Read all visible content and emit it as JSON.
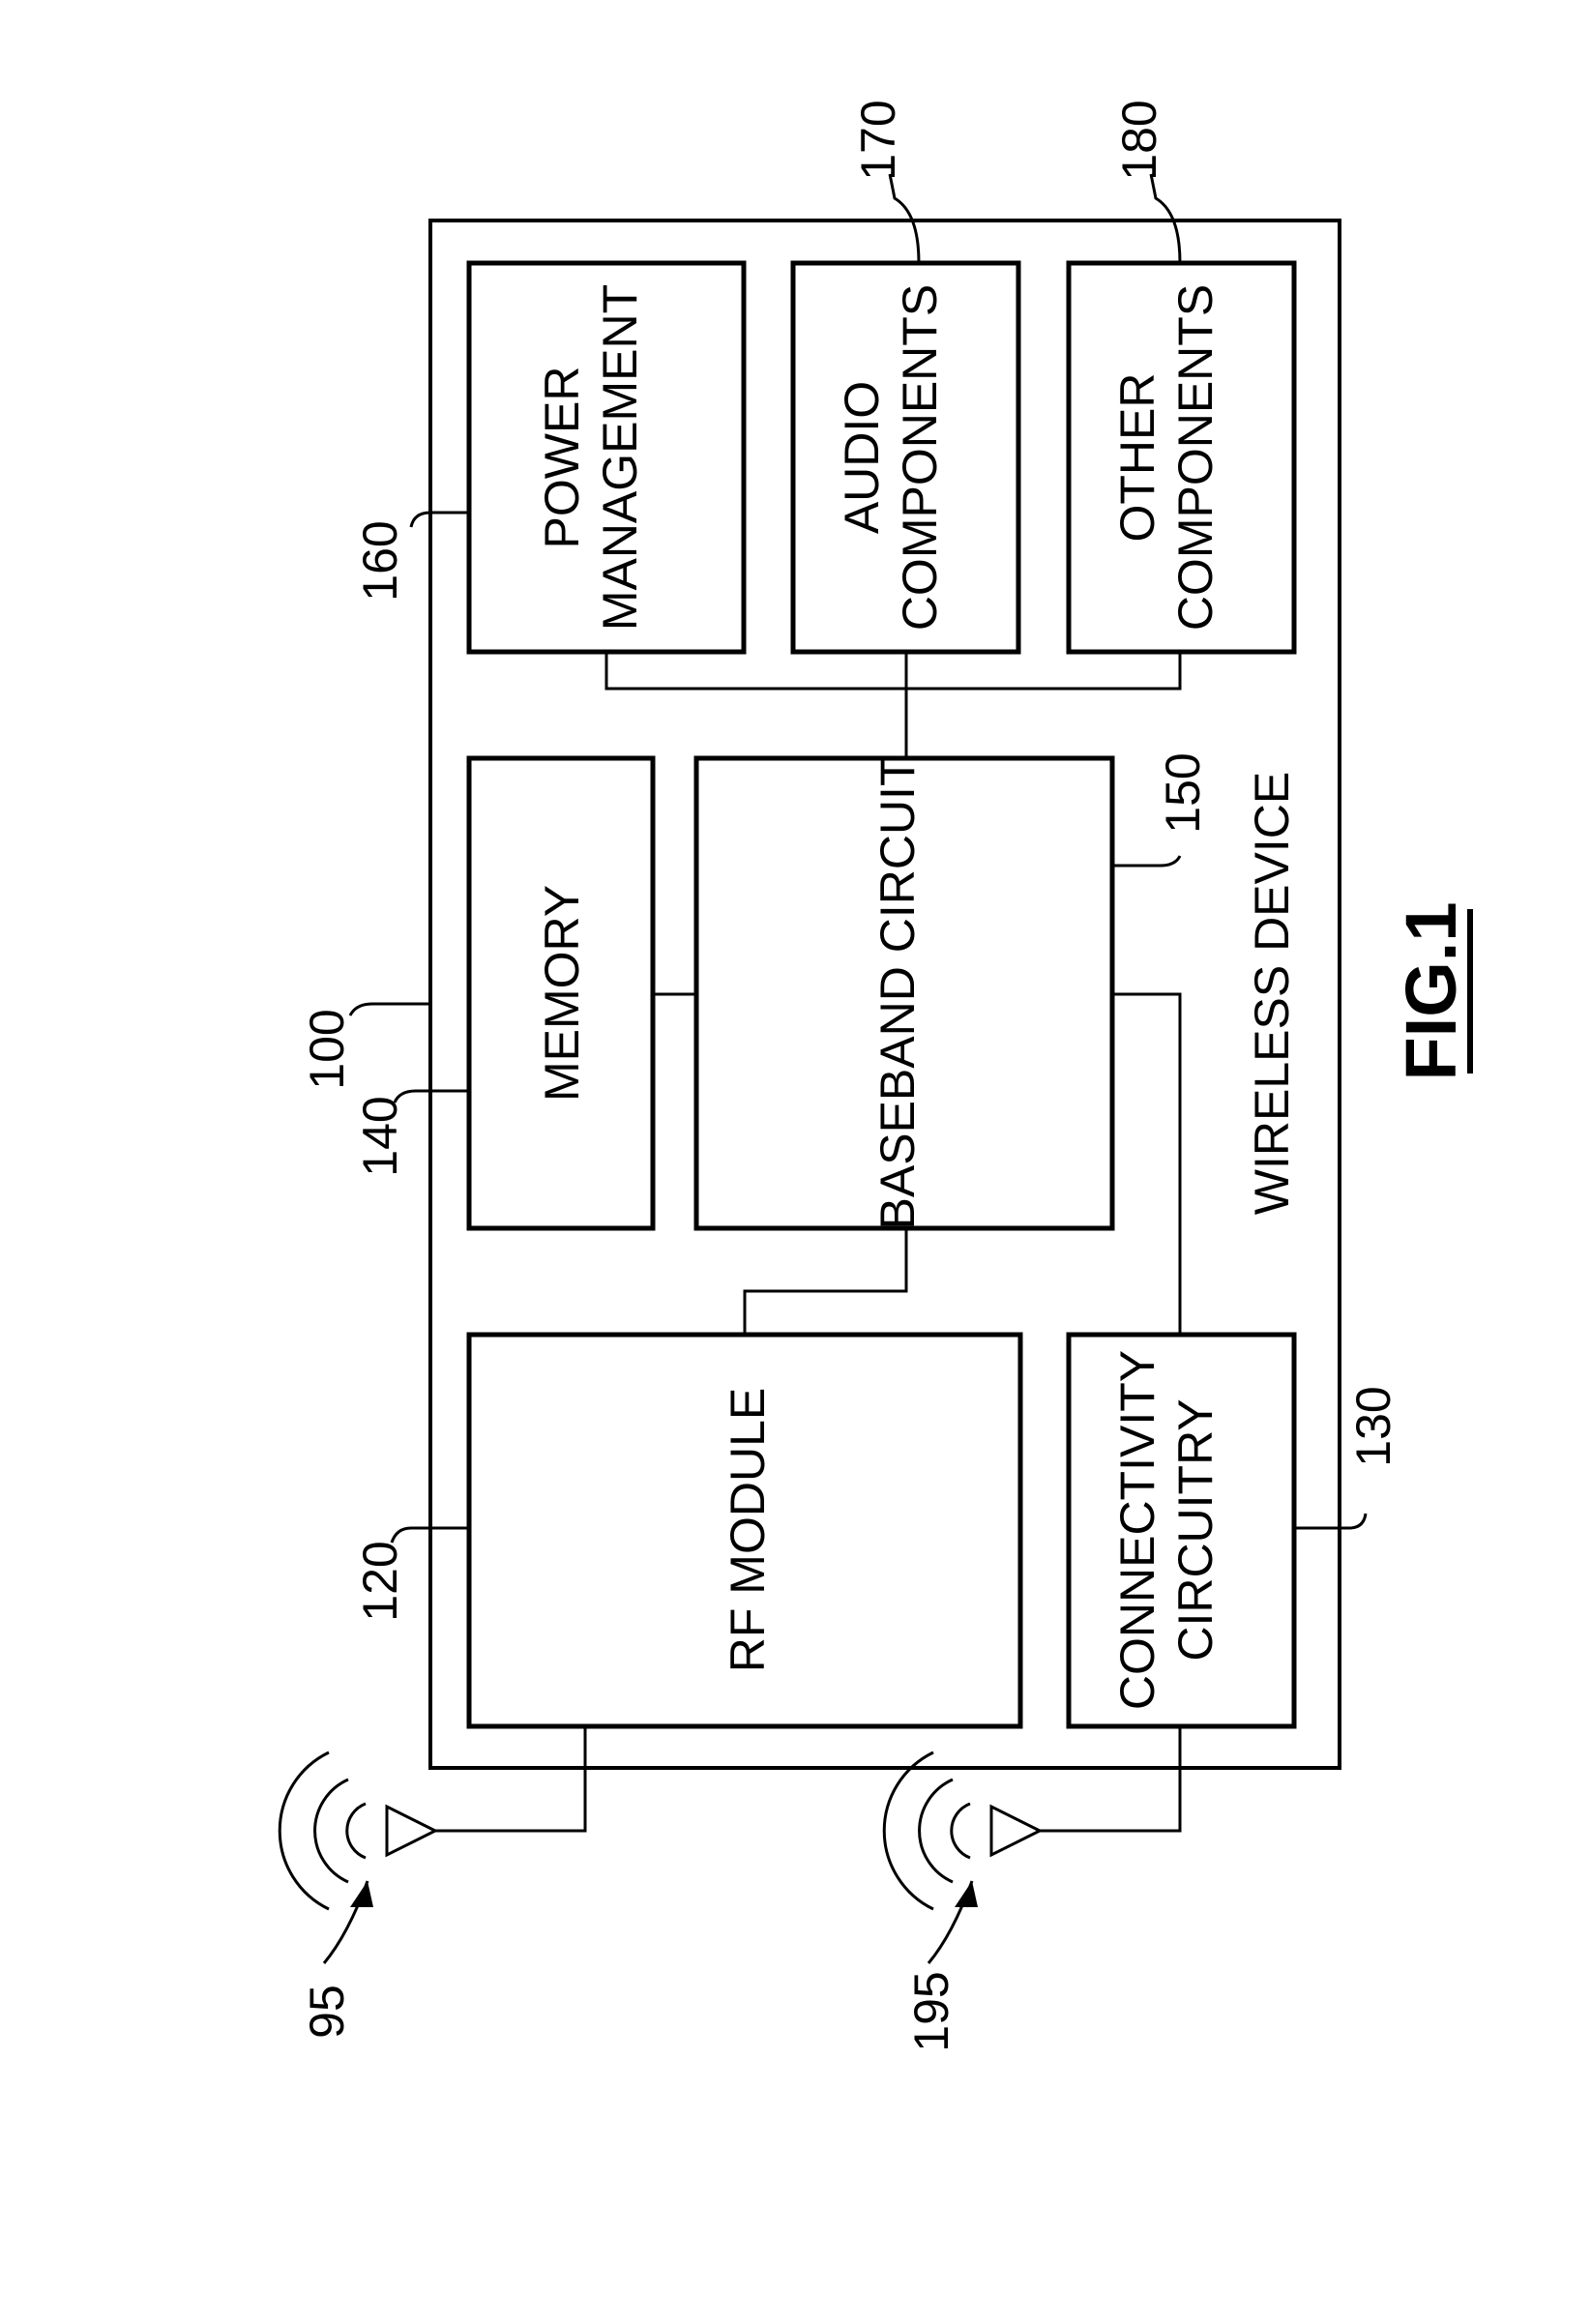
{
  "figure": {
    "caption": "FIG.1",
    "device_label": "WIRELESS DEVICE"
  },
  "blocks": {
    "rf_module": {
      "ref": "120",
      "label": "RF MODULE"
    },
    "connectivity": {
      "ref": "130",
      "label_line1": "CONNECTIVITY",
      "label_line2": "CIRCUITRY"
    },
    "memory": {
      "ref": "140",
      "label": "MEMORY"
    },
    "baseband": {
      "ref": "150",
      "label": "BASEBAND CIRCUIT"
    },
    "power": {
      "ref": "160",
      "label_line1": "POWER",
      "label_line2": "MANAGEMENT"
    },
    "audio": {
      "ref": "170",
      "label_line1": "AUDIO",
      "label_line2": "COMPONENTS"
    },
    "other": {
      "ref": "180",
      "label_line1": "OTHER",
      "label_line2": "COMPONENTS"
    }
  },
  "device_ref": "100",
  "antennas": [
    {
      "ref": "95"
    },
    {
      "ref": "195"
    }
  ]
}
